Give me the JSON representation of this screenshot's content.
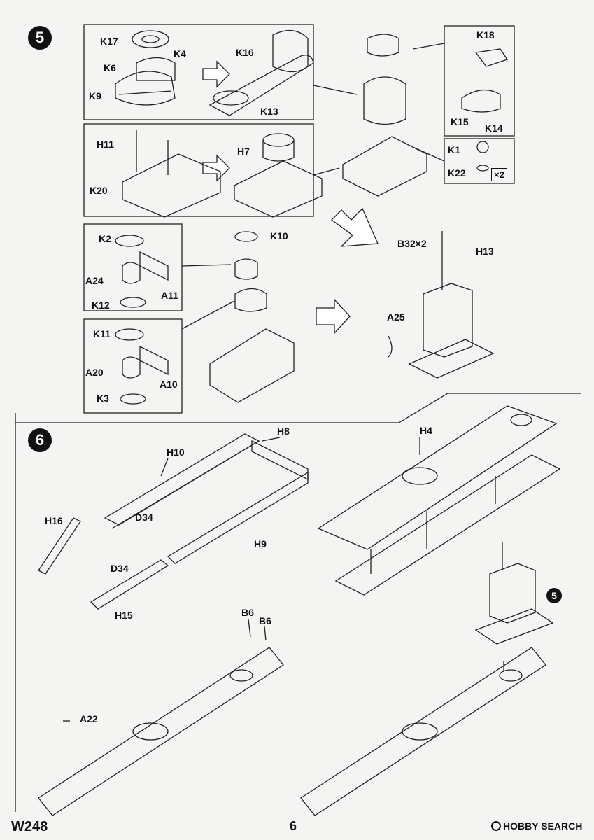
{
  "footer": {
    "model_code": "W248",
    "page_number": "6"
  },
  "watermark": {
    "text": "HOBBY SEARCH"
  },
  "steps": {
    "step5": {
      "number": "5",
      "labels": {
        "K17": "K17",
        "K4": "K4",
        "K6": "K6",
        "K9": "K9",
        "K16": "K16",
        "K13": "K13",
        "K18": "K18",
        "K15": "K15",
        "K14": "K14",
        "K1": "K1",
        "K22": "K22",
        "x2": "×2",
        "H11": "H11",
        "H7": "H7",
        "K20": "K20",
        "K2": "K2",
        "A24": "A24",
        "A11": "A11",
        "K12": "K12",
        "K11": "K11",
        "A20": "A20",
        "A10": "A10",
        "K3": "K3",
        "K10": "K10",
        "B32x2": "B32×2",
        "H13": "H13",
        "A25": "A25"
      }
    },
    "step6": {
      "number": "6",
      "ref_step": "5",
      "labels": {
        "H8": "H8",
        "H10": "H10",
        "H16": "H16",
        "D34a": "D34",
        "D34b": "D34",
        "H9": "H9",
        "H15": "H15",
        "H4": "H4",
        "B6a": "B6",
        "B6b": "B6",
        "A22": "A22"
      }
    }
  }
}
